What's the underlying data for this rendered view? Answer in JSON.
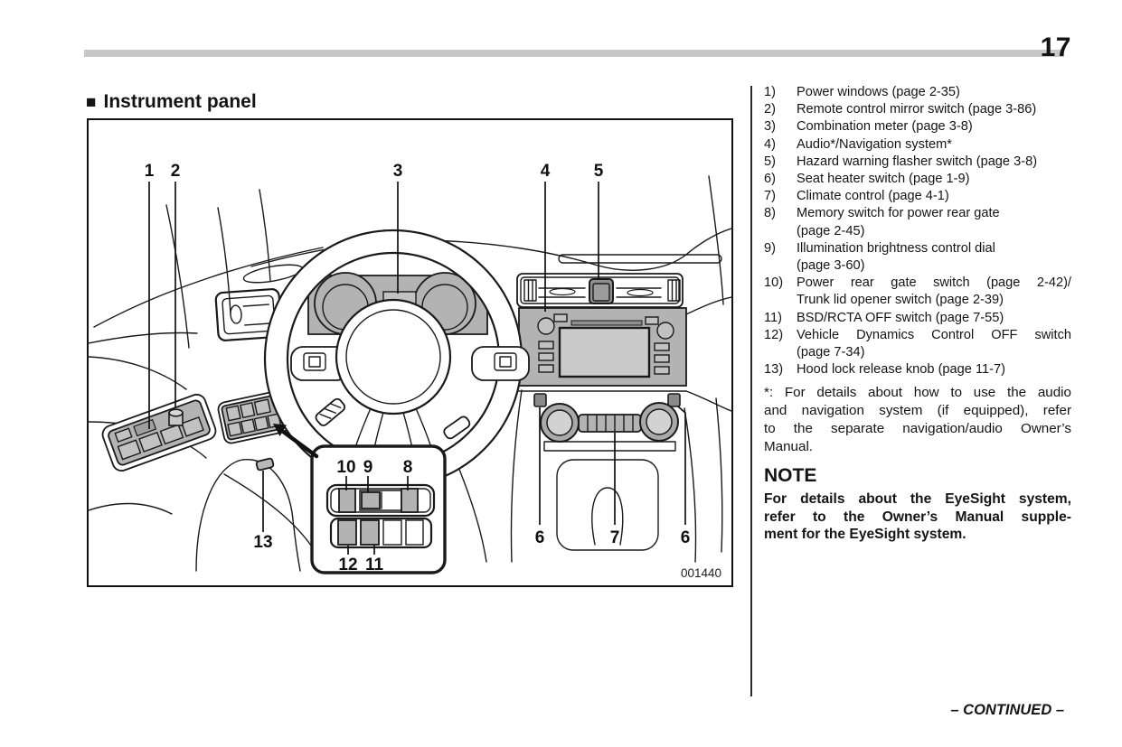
{
  "page": {
    "number": "17",
    "continued": "– CONTINUED –"
  },
  "heading": {
    "bullet": "■",
    "title": "Instrument panel"
  },
  "diagram": {
    "figure_code": "001440",
    "callouts": {
      "n1": "1",
      "n2": "2",
      "n3": "3",
      "n4": "4",
      "n5": "5",
      "n6": "6",
      "n7": "7",
      "n6b": "6",
      "n13": "13",
      "n10": "10",
      "n9": "9",
      "n8": "8",
      "n12": "12",
      "n11": "11"
    }
  },
  "legend": {
    "items": [
      {
        "num": "1)",
        "lines": [
          {
            "t": "Power windows (page 2-35)",
            "j": false
          }
        ]
      },
      {
        "num": "2)",
        "lines": [
          {
            "t": "Remote control mirror switch (page 3-86)",
            "j": false
          }
        ]
      },
      {
        "num": "3)",
        "lines": [
          {
            "t": "Combination meter (page 3-8)",
            "j": false
          }
        ]
      },
      {
        "num": "4)",
        "lines": [
          {
            "t": "Audio*/Navigation system*",
            "j": false
          }
        ]
      },
      {
        "num": "5)",
        "lines": [
          {
            "t": "Hazard warning flasher switch (page 3-8)",
            "j": false
          }
        ]
      },
      {
        "num": "6)",
        "lines": [
          {
            "t": "Seat heater switch (page 1-9)",
            "j": false
          }
        ]
      },
      {
        "num": "7)",
        "lines": [
          {
            "t": "Climate control (page 4-1)",
            "j": false
          }
        ]
      },
      {
        "num": "8)",
        "lines": [
          {
            "t": "Memory switch for power rear gate",
            "j": false
          },
          {
            "t": "(page 2-45)",
            "j": false
          }
        ]
      },
      {
        "num": "9)",
        "lines": [
          {
            "t": "Illumination brightness control dial",
            "j": false
          },
          {
            "t": "(page 3-60)",
            "j": false
          }
        ]
      },
      {
        "num": "10)",
        "lines": [
          {
            "t": "Power rear gate switch (page 2-42)/",
            "j": true
          },
          {
            "t": "Trunk lid opener switch (page 2-39)",
            "j": false
          }
        ]
      },
      {
        "num": "11)",
        "lines": [
          {
            "t": "BSD/RCTA OFF switch (page 7-55)",
            "j": false
          }
        ]
      },
      {
        "num": "12)",
        "lines": [
          {
            "t": "Vehicle Dynamics Control OFF switch",
            "j": true
          },
          {
            "t": "(page 7-34)",
            "j": false
          }
        ]
      },
      {
        "num": "13)",
        "lines": [
          {
            "t": "Hood lock release knob (page 11-7)",
            "j": false
          }
        ]
      }
    ]
  },
  "footnote": {
    "lines": [
      {
        "t": "*: For details about how to use the audio",
        "j": true
      },
      {
        "t": "and navigation system (if equipped), refer",
        "j": true
      },
      {
        "t": "to the separate navigation/audio Owner’s",
        "j": true
      },
      {
        "t": "Manual.",
        "j": false
      }
    ]
  },
  "note": {
    "heading": "NOTE",
    "lines": [
      {
        "t": "For details about the EyeSight system,",
        "j": true
      },
      {
        "t": "refer to the Owner’s Manual supple-",
        "j": true
      },
      {
        "t": "ment for the EyeSight system.",
        "j": false
      }
    ]
  },
  "colors": {
    "bar": "#c8c8c8",
    "component_gray": "#b3b3b3",
    "screen_gray": "#c9c9c9"
  }
}
